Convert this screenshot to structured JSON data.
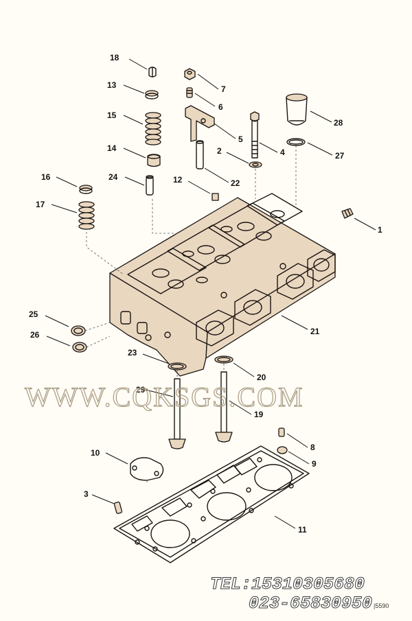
{
  "diagram": {
    "figure_ref": "|5590",
    "callouts": [
      {
        "id": "18",
        "label": "18"
      },
      {
        "id": "13",
        "label": "13"
      },
      {
        "id": "15",
        "label": "15"
      },
      {
        "id": "14",
        "label": "14"
      },
      {
        "id": "24",
        "label": "24"
      },
      {
        "id": "16",
        "label": "16"
      },
      {
        "id": "17",
        "label": "17"
      },
      {
        "id": "7",
        "label": "7"
      },
      {
        "id": "6",
        "label": "6"
      },
      {
        "id": "5",
        "label": "5"
      },
      {
        "id": "4",
        "label": "4"
      },
      {
        "id": "2",
        "label": "2"
      },
      {
        "id": "22",
        "label": "22"
      },
      {
        "id": "12",
        "label": "12"
      },
      {
        "id": "28",
        "label": "28"
      },
      {
        "id": "27",
        "label": "27"
      },
      {
        "id": "1",
        "label": "1"
      },
      {
        "id": "21",
        "label": "21"
      },
      {
        "id": "25",
        "label": "25"
      },
      {
        "id": "26",
        "label": "26"
      },
      {
        "id": "23",
        "label": "23"
      },
      {
        "id": "20",
        "label": "20"
      },
      {
        "id": "29",
        "label": "29"
      },
      {
        "id": "19",
        "label": "19"
      },
      {
        "id": "10",
        "label": "10"
      },
      {
        "id": "8",
        "label": "8"
      },
      {
        "id": "9",
        "label": "9"
      },
      {
        "id": "3",
        "label": "3"
      },
      {
        "id": "11",
        "label": "11"
      }
    ]
  },
  "watermark": {
    "site": "WWW.CQKSGS.COM",
    "phone_line1": "TEL:15310305680",
    "phone_line2": "023-65830950"
  }
}
